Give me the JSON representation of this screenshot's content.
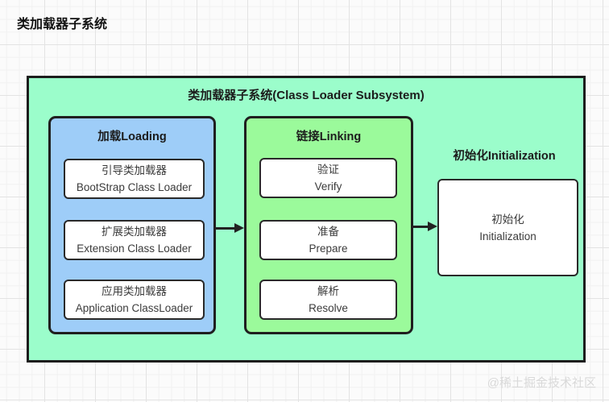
{
  "page": {
    "title": "类加载器子系统",
    "watermark": "@稀土掘金技术社区"
  },
  "diagram": {
    "title": "类加载器子系统(Class Loader Subsystem)",
    "colors": {
      "container_bg": "#9BFDCB",
      "loading_section_bg": "#9ECDF8",
      "linking_section_bg": "#9BFA9B",
      "node_bg": "#FFFFFF",
      "border": "#1D1D1D",
      "arrow": "#222222"
    },
    "sections": [
      {
        "title": "加载Loading",
        "nodes": [
          {
            "line1": "引导类加载器",
            "line2": "BootStrap Class Loader"
          },
          {
            "line1": "扩展类加载器",
            "line2": "Extension Class Loader"
          },
          {
            "line1": "应用类加载器",
            "line2": "Application ClassLoader"
          }
        ]
      },
      {
        "title": "链接Linking",
        "nodes": [
          {
            "line1": "验证",
            "line2": "Verify"
          },
          {
            "line1": "准备",
            "line2": "Prepare"
          },
          {
            "line1": "解析",
            "line2": "Resolve"
          }
        ]
      },
      {
        "title": "初始化Initialization",
        "nodes": [
          {
            "line1": "初始化",
            "line2": "Initialization"
          }
        ]
      }
    ]
  }
}
